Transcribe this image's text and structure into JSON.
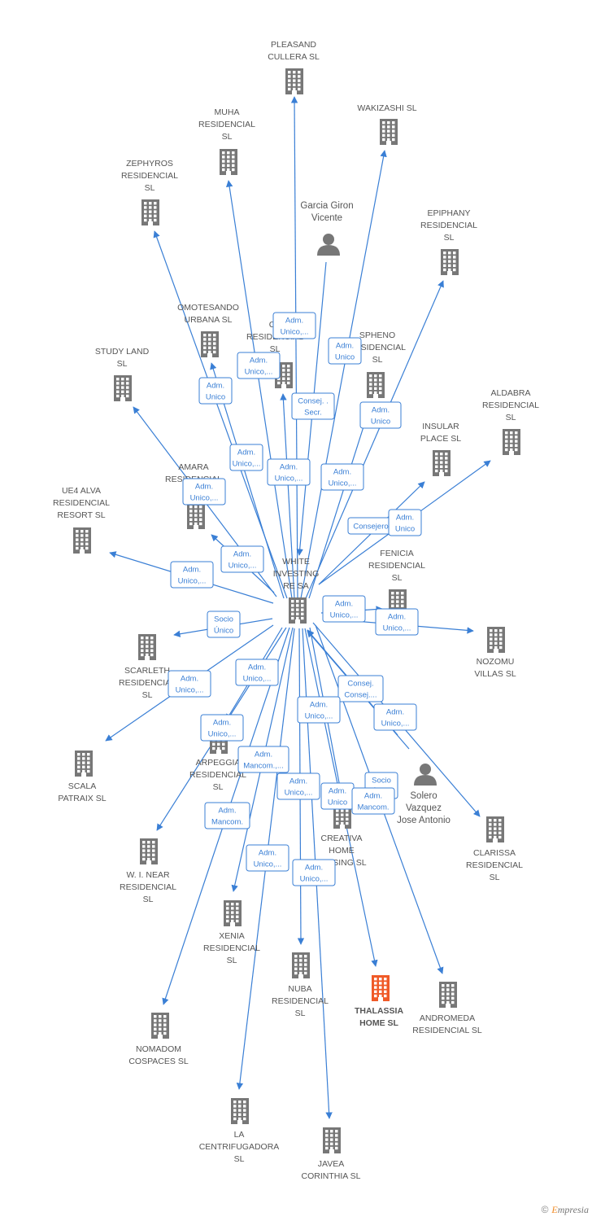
{
  "center": {
    "lines": [
      "WHITE",
      "INVESTING",
      "RE SA"
    ]
  },
  "companies": [
    {
      "id": "pleasand",
      "lines": [
        "PLEASAND",
        "CULLERA  SL"
      ]
    },
    {
      "id": "wakizashi",
      "lines": [
        "WAKIZASHI  SL"
      ]
    },
    {
      "id": "muha",
      "lines": [
        "MUHA",
        "RESIDENCIAL",
        "SL"
      ]
    },
    {
      "id": "zephyros",
      "lines": [
        "ZEPHYROS",
        "RESIDENCIAL",
        "SL"
      ]
    },
    {
      "id": "epiphany",
      "lines": [
        "EPIPHANY",
        "RESIDENCIAL",
        "SL"
      ]
    },
    {
      "id": "omotesando",
      "lines": [
        "OMOTESANDO",
        "URBANA  SL"
      ]
    },
    {
      "id": "ce",
      "lines": [
        "CE",
        "RESIDENCIAL",
        "SL"
      ]
    },
    {
      "id": "spheno",
      "lines": [
        "SPHENO",
        "RESIDENCIAL",
        "SL"
      ]
    },
    {
      "id": "studyland",
      "lines": [
        "STUDY LAND",
        "SL"
      ]
    },
    {
      "id": "aldabra",
      "lines": [
        "ALDABRA",
        "RESIDENCIAL",
        "SL"
      ]
    },
    {
      "id": "insular",
      "lines": [
        "INSULAR",
        "PLACE  SL"
      ]
    },
    {
      "id": "amara",
      "lines": [
        "AMARA",
        "RESIDENCIAL"
      ]
    },
    {
      "id": "ue4",
      "lines": [
        "UE4 ALVA",
        "RESIDENCIAL",
        "RESORT  SL"
      ]
    },
    {
      "id": "fenicia",
      "lines": [
        "FENICIA",
        "RESIDENCIAL",
        "SL"
      ]
    },
    {
      "id": "nozomu",
      "lines": [
        "NOZOMU",
        "VILLAS  SL"
      ]
    },
    {
      "id": "scarleth",
      "lines": [
        "SCARLETH",
        "RESIDENCIAL",
        "SL"
      ]
    },
    {
      "id": "scala",
      "lines": [
        "SCALA",
        "PATRAIX  SL"
      ]
    },
    {
      "id": "arpeggia",
      "lines": [
        "ARPEGGIA",
        "RESIDENCIAL",
        "SL"
      ]
    },
    {
      "id": "creativa",
      "lines": [
        "CREATIVA",
        "HOME",
        "LEASING  SL"
      ]
    },
    {
      "id": "clarissa",
      "lines": [
        "CLARISSA",
        "RESIDENCIAL",
        "SL"
      ]
    },
    {
      "id": "wnear",
      "lines": [
        "W.  I. NEAR",
        "RESIDENCIAL",
        "SL"
      ]
    },
    {
      "id": "xenia",
      "lines": [
        "XENIA",
        "RESIDENCIAL",
        "SL"
      ]
    },
    {
      "id": "nuba",
      "lines": [
        "NUBA",
        "RESIDENCIAL",
        "SL"
      ]
    },
    {
      "id": "thalassia",
      "lines": [
        "THALASSIA",
        "HOME  SL"
      ],
      "highlight": true
    },
    {
      "id": "andromeda",
      "lines": [
        "ANDROMEDA",
        "RESIDENCIAL SL"
      ]
    },
    {
      "id": "nomadom",
      "lines": [
        "NOMADOM",
        "COSPACES  SL"
      ]
    },
    {
      "id": "centrifugadora",
      "lines": [
        "LA",
        "CENTRIFUGADORA",
        "SL"
      ]
    },
    {
      "id": "javea",
      "lines": [
        "JAVEA",
        "CORINTHIA  SL"
      ]
    }
  ],
  "persons": [
    {
      "id": "garcia",
      "lines": [
        "Garcia Giron",
        "Vicente"
      ]
    },
    {
      "id": "solero",
      "lines": [
        "Solero",
        "Vazquez",
        "Jose Antonio"
      ]
    }
  ],
  "relations": [
    {
      "id": "r1",
      "lines": [
        "Adm.",
        "Unico,..."
      ]
    },
    {
      "id": "r2",
      "lines": [
        "Adm.",
        "Unico"
      ]
    },
    {
      "id": "r3",
      "lines": [
        "Adm.",
        "Unico,..."
      ]
    },
    {
      "id": "r4",
      "lines": [
        "Adm.",
        "Unico"
      ]
    },
    {
      "id": "r5",
      "lines": [
        "Consej. .",
        "Secr."
      ]
    },
    {
      "id": "r6",
      "lines": [
        "Adm.",
        "Unico,..."
      ]
    },
    {
      "id": "r7",
      "lines": [
        "Adm.",
        "Unico"
      ]
    },
    {
      "id": "r8",
      "lines": [
        "Adm.",
        "Unico,..."
      ]
    },
    {
      "id": "r9",
      "lines": [
        "Adm.",
        "Unico,..."
      ]
    },
    {
      "id": "r10",
      "lines": [
        "Adm.",
        "Unico,..."
      ]
    },
    {
      "id": "r11",
      "lines": [
        "Consejero"
      ]
    },
    {
      "id": "r12",
      "lines": [
        "Adm.",
        "Unico"
      ]
    },
    {
      "id": "r13",
      "lines": [
        "Adm.",
        "Unico,..."
      ]
    },
    {
      "id": "r14",
      "lines": [
        "Adm.",
        "Unico,..."
      ]
    },
    {
      "id": "r15",
      "lines": [
        "Adm.",
        "Unico,..."
      ]
    },
    {
      "id": "r16",
      "lines": [
        "Adm.",
        "Unico,..."
      ]
    },
    {
      "id": "r17",
      "lines": [
        "Socio",
        "Único"
      ]
    },
    {
      "id": "r18",
      "lines": [
        "Adm.",
        "Unico,..."
      ]
    },
    {
      "id": "r19",
      "lines": [
        "Adm.",
        "Unico,..."
      ]
    },
    {
      "id": "r20",
      "lines": [
        "Consej.",
        "Consej...."
      ]
    },
    {
      "id": "r21",
      "lines": [
        "Adm.",
        "Unico,..."
      ]
    },
    {
      "id": "r22",
      "lines": [
        "Adm.",
        "Unico,..."
      ]
    },
    {
      "id": "r23",
      "lines": [
        "Adm.",
        "Unico,..."
      ]
    },
    {
      "id": "r24",
      "lines": [
        "Adm.",
        "Mancom.,..."
      ]
    },
    {
      "id": "r25",
      "lines": [
        "Adm.",
        "Unico,..."
      ]
    },
    {
      "id": "r26",
      "lines": [
        "Adm.",
        "Unico"
      ]
    },
    {
      "id": "r27",
      "lines": [
        "Socio",
        "Único"
      ]
    },
    {
      "id": "r28",
      "lines": [
        "Adm.",
        "Mancom."
      ]
    },
    {
      "id": "r29",
      "lines": [
        "Adm.",
        "Mancom."
      ]
    },
    {
      "id": "r30",
      "lines": [
        "Adm.",
        "Unico,..."
      ]
    },
    {
      "id": "r31",
      "lines": [
        "Adm.",
        "Unico,..."
      ]
    }
  ],
  "colors": {
    "edge": "#3a7fd5",
    "building": "#777777",
    "highlight": "#f05a28",
    "text": "#555555"
  },
  "footer": {
    "copyright": "©",
    "brand_first": "E",
    "brand_rest": "mpresia"
  }
}
